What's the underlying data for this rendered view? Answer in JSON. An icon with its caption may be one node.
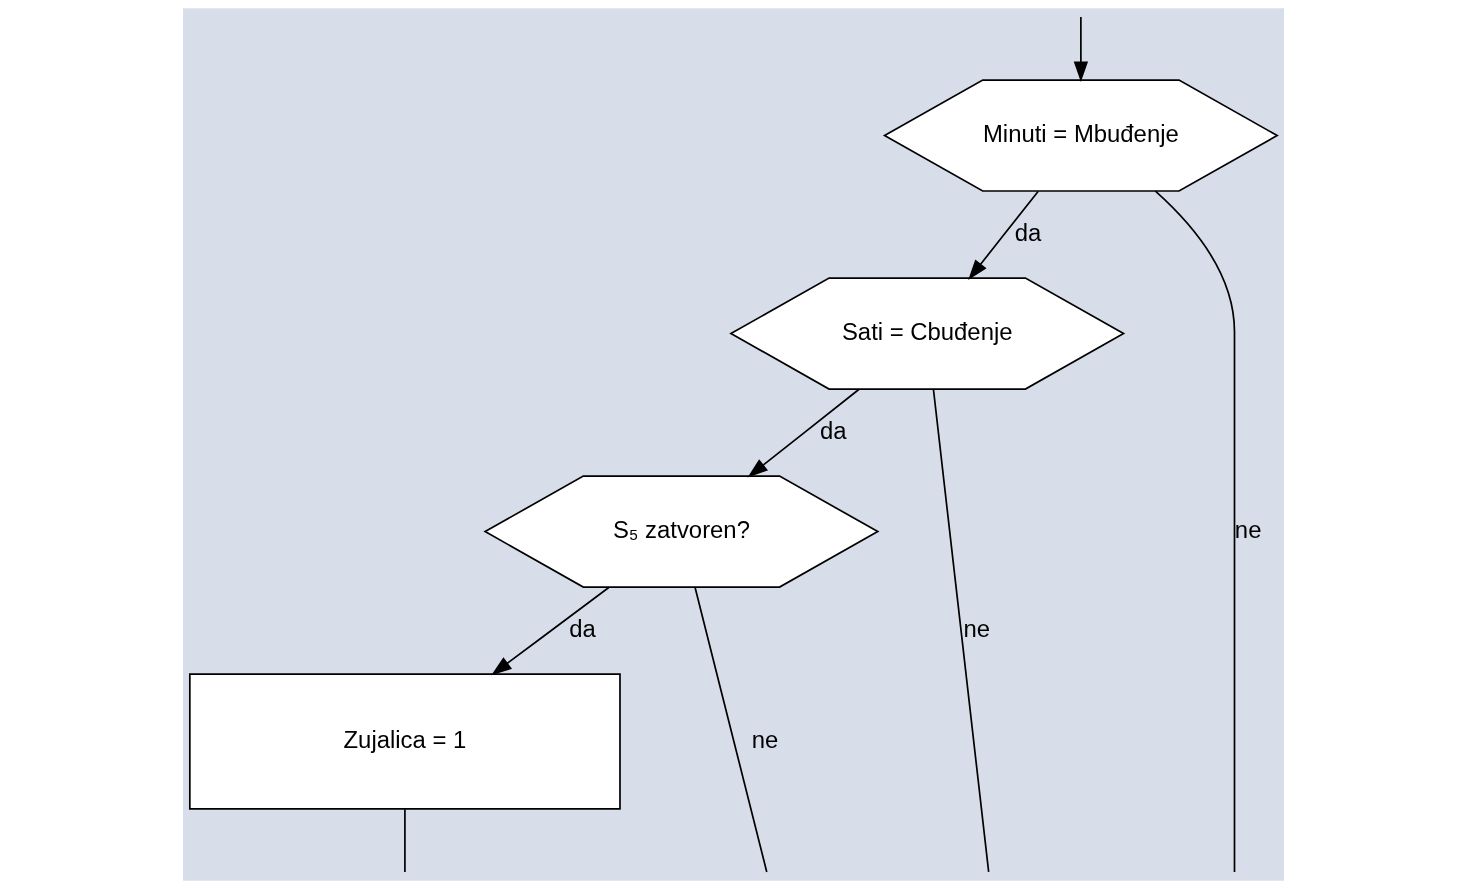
{
  "diagram": {
    "nodes": [
      {
        "text": [
          "Minuti = Mbuđenje"
        ]
      },
      {
        "text": [
          "Sati = Cbuđenje"
        ]
      },
      {
        "text": [
          "S₅ zatvoren?"
        ]
      },
      {
        "text": [
          "Zujalica = 1"
        ]
      }
    ],
    "edges": [
      {
        "from": 0,
        "to": 1,
        "arrow": "to",
        "label": "da"
      },
      {
        "from": 1,
        "to": 2,
        "arrow": "to",
        "label": "da"
      },
      {
        "from": 2,
        "to": 3,
        "arrow": "to",
        "label": "da"
      },
      {
        "from": 2,
        "to": null,
        "arrow": "none",
        "label": "ne"
      },
      {
        "from": 3,
        "to": null,
        "arrow": "none"
      },
      {
        "from": 1,
        "to": null,
        "arrow": "none",
        "label": "ne"
      },
      {
        "from": 0,
        "to": null,
        "arrow": "none",
        "label": "ne"
      },
      {
        "from": null,
        "to": 0,
        "arrow": "to"
      }
    ]
  }
}
